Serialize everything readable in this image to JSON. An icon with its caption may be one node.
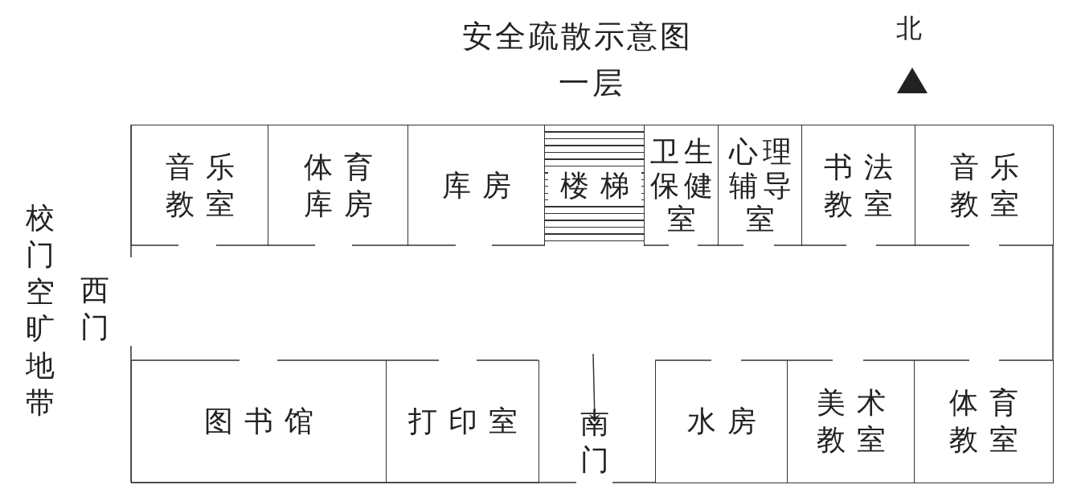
{
  "diagram": {
    "title": "安全疏散示意图",
    "nodes": [
      {
        "text": [
          "音乐教室"
        ]
      },
      {
        "text": [
          "体育库房"
        ]
      },
      {
        "text": [
          "库房"
        ]
      },
      {
        "text": [
          "楼梯"
        ]
      },
      {
        "text": [
          "卫生保健室"
        ]
      },
      {
        "text": [
          "心理辅导室"
        ]
      },
      {
        "text": [
          "书法教室"
        ]
      },
      {
        "text": [
          "音乐教室"
        ]
      },
      {
        "text": [
          "图书馆"
        ]
      },
      {
        "text": [
          "打印室"
        ]
      },
      {
        "text": [
          "水房"
        ]
      },
      {
        "text": [
          "美术教室"
        ]
      },
      {
        "text": [
          "体育教室"
        ]
      },
      {
        "text": [
          "南门"
        ]
      }
    ],
    "edges": [
      {
        "from": null,
        "to": 13,
        "arrow": "to"
      }
    ],
    "labels": [
      "一层",
      "北",
      "校门空旷地带",
      "西门"
    ]
  }
}
